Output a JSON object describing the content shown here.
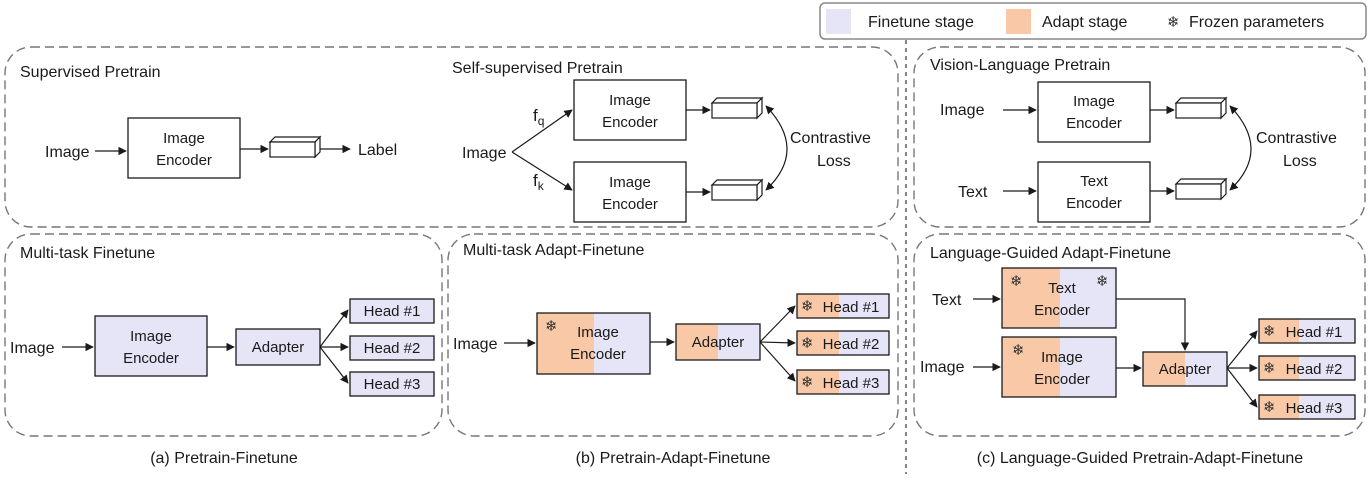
{
  "legend": {
    "finetune_label": "Finetune stage",
    "adapt_label": "Adapt stage",
    "frozen_label": "Frozen parameters",
    "snowflake": "❄",
    "finetune_color": "#e6e4f7",
    "adapt_color": "#f9c9a7"
  },
  "supervised": {
    "title": "Supervised Pretrain",
    "image": "Image",
    "encoder": [
      "Image",
      "Encoder"
    ],
    "label": "Label"
  },
  "selfsup": {
    "title": "Self-supervised Pretrain",
    "image": "Image",
    "fq": "f",
    "fq_sub": "q",
    "fk": "f",
    "fk_sub": "k",
    "encoder": [
      "Image",
      "Encoder"
    ],
    "loss": [
      "Contrastive",
      "Loss"
    ]
  },
  "vl": {
    "title": "Vision-Language Pretrain",
    "image": "Image",
    "text": "Text",
    "image_encoder": [
      "Image",
      "Encoder"
    ],
    "text_encoder": [
      "Text",
      "Encoder"
    ],
    "loss": [
      "Contrastive",
      "Loss"
    ]
  },
  "mtf": {
    "title": "Multi-task Finetune",
    "image": "Image",
    "encoder": [
      "Image",
      "Encoder"
    ],
    "adapter": "Adapter",
    "heads": [
      "Head #1",
      "Head #2",
      "Head #3"
    ]
  },
  "mtaf": {
    "title": "Multi-task Adapt-Finetune",
    "image": "Image",
    "encoder": [
      "Image",
      "Encoder"
    ],
    "adapter": "Adapter",
    "heads": [
      "Head #1",
      "Head #2",
      "Head #3"
    ]
  },
  "lgaf": {
    "title": "Language-Guided Adapt-Finetune",
    "text": "Text",
    "image": "Image",
    "text_encoder": [
      "Text",
      "Encoder"
    ],
    "image_encoder": [
      "Image",
      "Encoder"
    ],
    "adapter": "Adapter",
    "heads": [
      "Head #1",
      "Head #2",
      "Head #3"
    ]
  },
  "captions": {
    "a": "(a) Pretrain-Finetune",
    "b": "(b) Pretrain-Adapt-Finetune",
    "c": "(c) Language-Guided Pretrain-Adapt-Finetune"
  }
}
